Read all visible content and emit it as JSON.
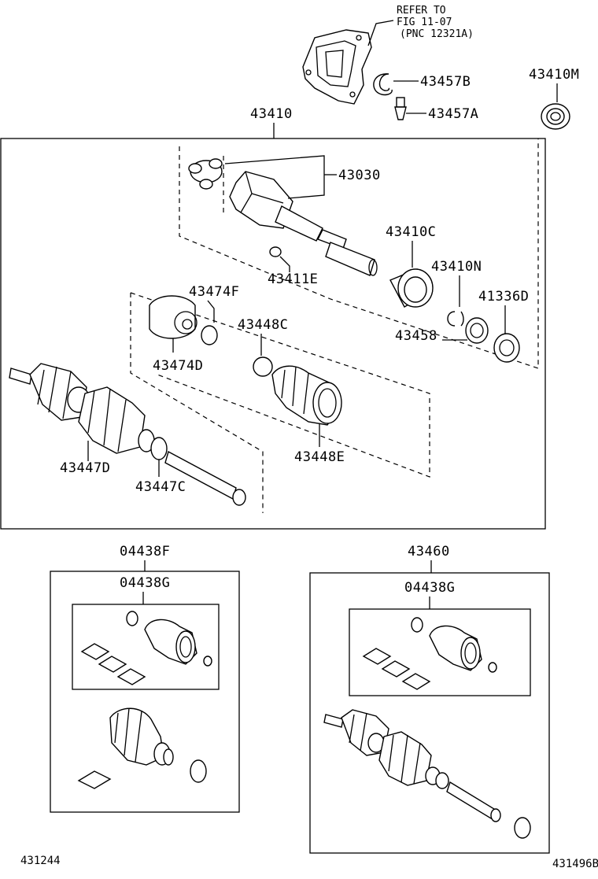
{
  "reference": {
    "line1": "REFER TO",
    "line2": "FIG 11-07",
    "line3": "(PNC 12321A)"
  },
  "labels": {
    "p43457B": "43457B",
    "p43457A": "43457A",
    "p43410M": "43410M",
    "p43410": "43410",
    "p43030": "43030",
    "p43411E": "43411E",
    "p43410C": "43410C",
    "p43410N": "43410N",
    "p41336D": "41336D",
    "p43474F": "43474F",
    "p43474D": "43474D",
    "p43448C": "43448C",
    "p43458": "43458",
    "p43448E": "43448E",
    "p43447D": "43447D",
    "p43447C": "43447C",
    "p04438F": "04438F",
    "p04438G_left": "04438G",
    "p43460": "43460",
    "p04438G_right": "04438G"
  },
  "footer": {
    "left_code": "431244",
    "right_code": "431496B"
  }
}
